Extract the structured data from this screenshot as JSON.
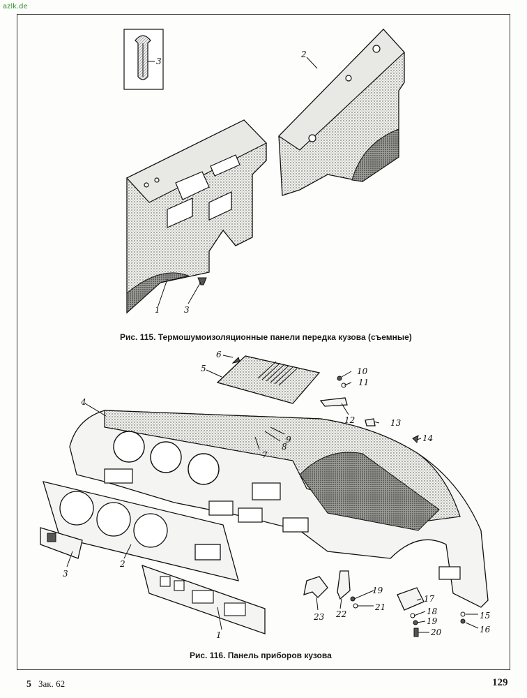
{
  "watermark": "azlk.de",
  "figures": {
    "fig115": {
      "caption": "Рис. 115. Термошумоизоляционные панели передка кузова (съемные)",
      "labels": [
        "1",
        "2",
        "3",
        "3"
      ]
    },
    "fig116": {
      "caption": "Рис. 116. Панель приборов кузова",
      "labels": [
        "1",
        "2",
        "3",
        "4",
        "5",
        "6",
        "7",
        "8",
        "9",
        "10",
        "11",
        "12",
        "13",
        "14",
        "15",
        "16",
        "17",
        "18",
        "19",
        "19",
        "20",
        "21",
        "22",
        "23"
      ]
    }
  },
  "footer": {
    "signature_number": "5",
    "order": "Зак. 62",
    "page_number": "129"
  }
}
